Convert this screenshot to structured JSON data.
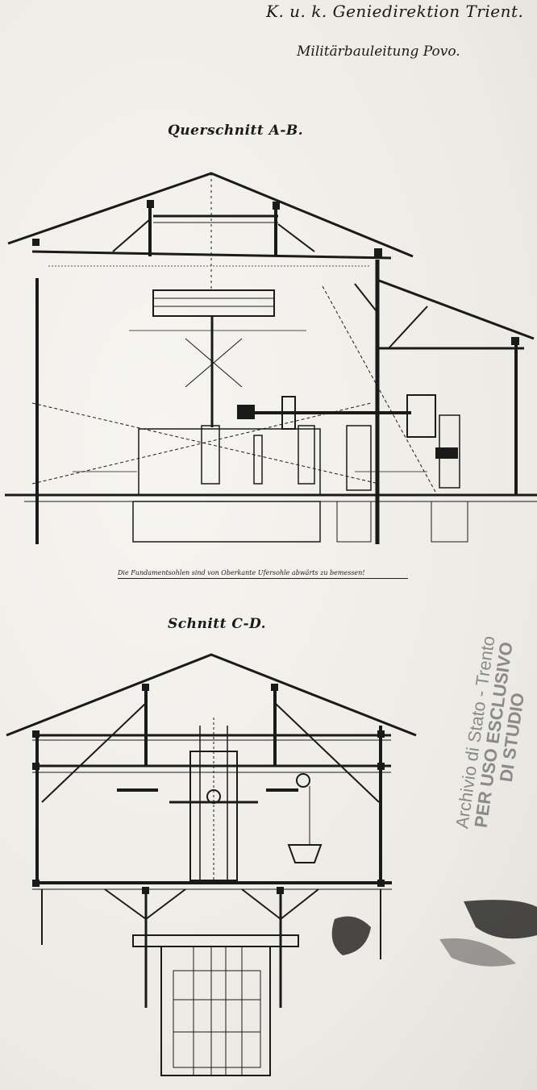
{
  "header": {
    "line1": "K. u. k. Geniedirektion Trient.",
    "line2": "Militärbauleitung Povo."
  },
  "drawings": {
    "section_ab_title": "Querschnitt A-B.",
    "section_cd_title": "Schnitt C-D.",
    "foundation_note": "Die Fundamentsohlen sind von Oberkante Ufersohle abwärts zu bemessen!"
  },
  "stamp": {
    "line1": "Archivio di Stato - Trento",
    "line2": "PER USO ESCLUSIVO",
    "line3": "DI STUDIO"
  },
  "colors": {
    "paper": "#f1f0ec",
    "ink": "#1a1a1a",
    "stamp": "#8a8a8a"
  }
}
